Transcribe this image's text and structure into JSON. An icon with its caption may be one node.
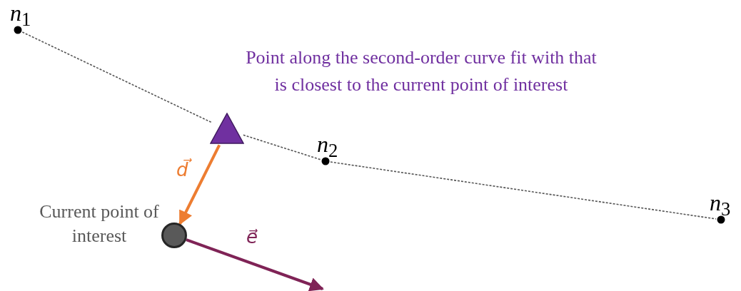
{
  "diagram": {
    "nodes": [
      {
        "text": [],
        "shape": "circle",
        "beside": [
          "*n*$_{1}$"
        ]
      },
      {
        "text": [],
        "shape": "triangle",
        "beside": [
          "Point along the second-order curve fit with that is closest to the current point of interest"
        ]
      },
      {
        "text": [],
        "shape": "circle",
        "beside": [
          "*n*$_{2}$"
        ]
      },
      {
        "text": [],
        "shape": "circle",
        "beside": [
          "*n*$_{3}$"
        ]
      },
      {
        "text": [],
        "shape": "circle",
        "beside": [
          "Current point of interest"
        ]
      }
    ],
    "edges": [
      {
        "from": 0,
        "to": 1,
        "arrow": "none",
        "style": "dashed"
      },
      {
        "from": 1,
        "to": 2,
        "arrow": "none",
        "style": "dashed"
      },
      {
        "from": 2,
        "to": 3,
        "arrow": "none",
        "style": "dashed"
      },
      {
        "from": 1,
        "to": 4,
        "arrow": "to",
        "label": "d⃗",
        "color": "#ed7d31",
        "style": "thick"
      },
      {
        "from": 4,
        "to": null,
        "arrow": "to",
        "label": "e⃗",
        "color": "#7f2356",
        "style": "thick"
      }
    ]
  }
}
